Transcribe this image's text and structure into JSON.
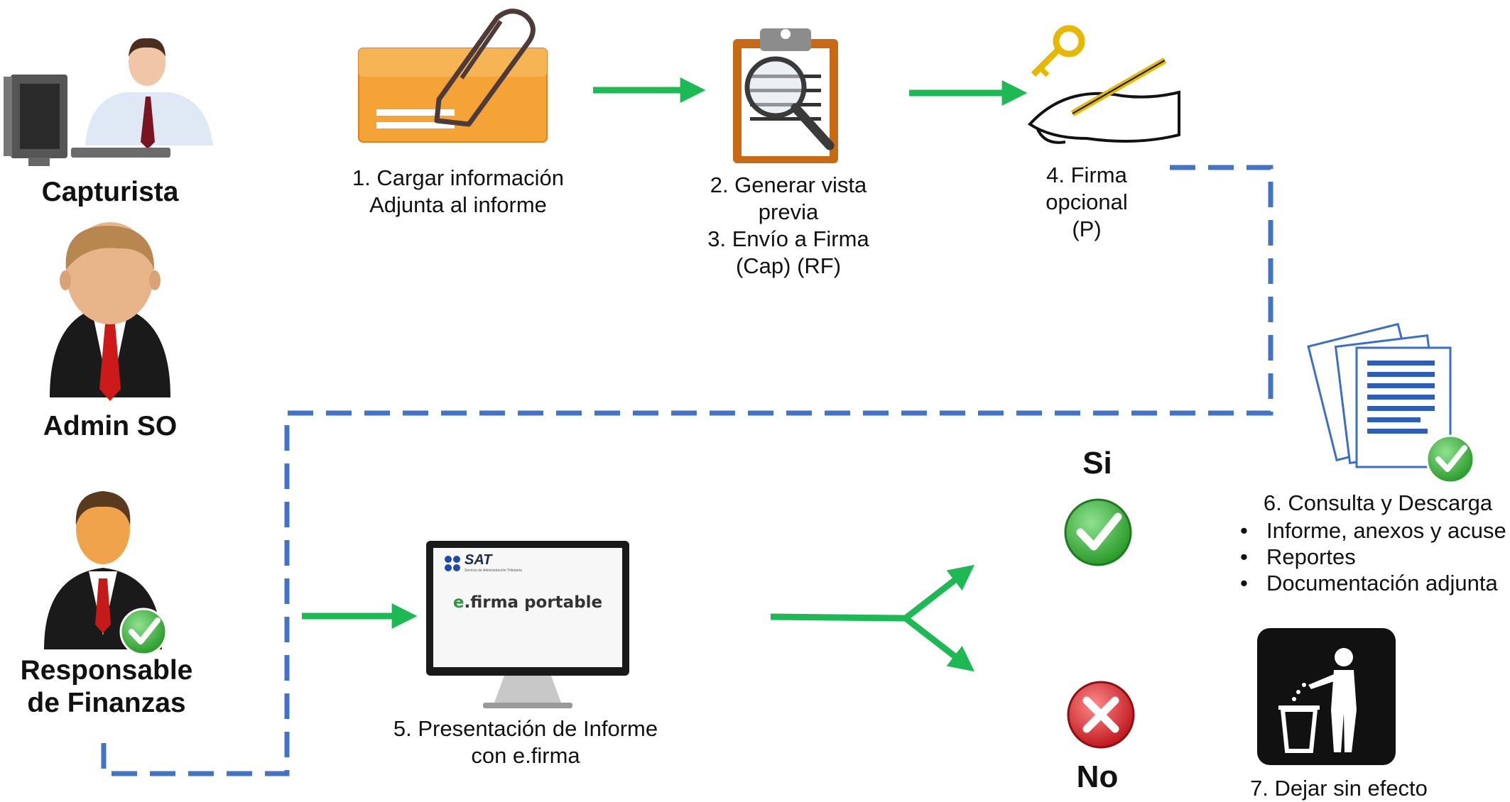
{
  "roles": {
    "capturista": "Capturista",
    "admin": "Admin SO",
    "responsable_line1": "Responsable",
    "responsable_line2": "de Finanzas"
  },
  "steps": {
    "s1_line1": "1. Cargar información",
    "s1_line2": "Adjunta al informe",
    "s2_line1": "2. Generar vista",
    "s2_line2": "previa",
    "s3_line1": "3. Envío a Firma",
    "s3_line2": "(Cap) (RF)",
    "s4_line1": "4. Firma",
    "s4_line2": "opcional",
    "s4_line3": "(P)",
    "s5_line1": "5. Presentación de Informe",
    "s5_line2": "con e.firma",
    "s6_title": "6. Consulta y Descarga",
    "s6_items": [
      "Informe, anexos y acuse",
      "Reportes",
      "Documentación adjunta"
    ],
    "s7": "7. Dejar sin efecto"
  },
  "decision": {
    "yes": "Si",
    "no": "No"
  },
  "monitor": {
    "brand": "SAT",
    "brand_subtitle": "Servicio de Administración Tributaria",
    "efirma_prefix": "e",
    "efirma_rest": ".firma portable"
  },
  "colors": {
    "flow_arrow": "#1db954",
    "dashed_path": "#4472c4",
    "check": "#3cb43c",
    "cross": "#d9262b",
    "folder": "#f5a336"
  }
}
